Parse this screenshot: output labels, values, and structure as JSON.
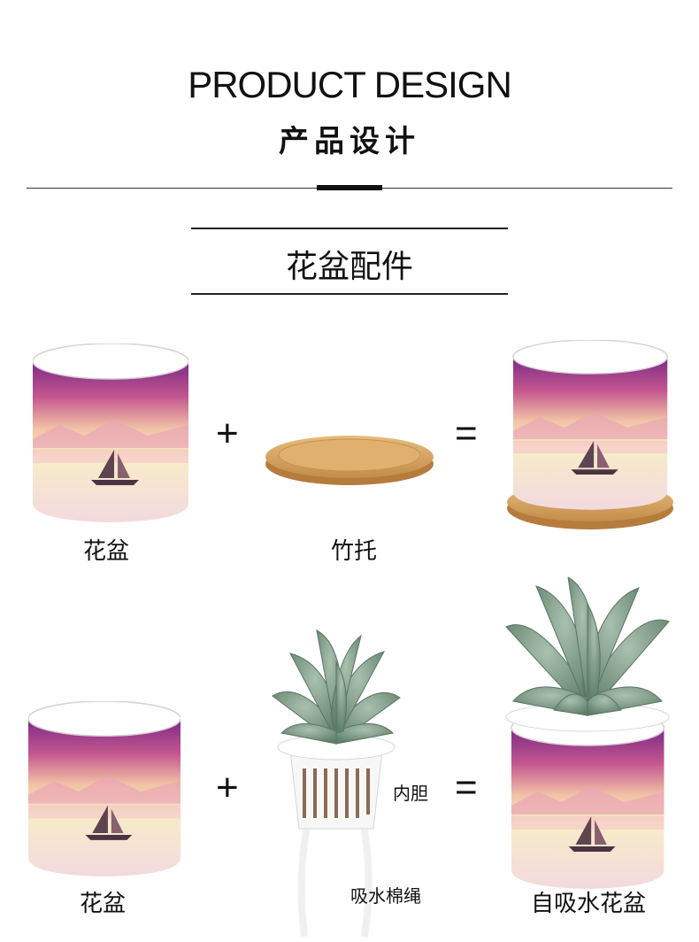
{
  "header": {
    "title_en": "PRODUCT DESIGN",
    "title_cn": "产品设计"
  },
  "section": {
    "subtitle": "花盆配件"
  },
  "row1": {
    "item1_label": "花盆",
    "plus": "+",
    "item2_label": "竹托",
    "equals": "="
  },
  "row2": {
    "item1_label": "花盆",
    "plus": "+",
    "insert_label": "内胆",
    "rope_label": "吸水棉绳",
    "equals": "=",
    "result_label": "自吸水花盆"
  },
  "colors": {
    "pot_purple": "#7a2a86",
    "pot_cream": "#f7ecc8",
    "bamboo": "#d9a864",
    "plant_green": "#7f9c86"
  }
}
